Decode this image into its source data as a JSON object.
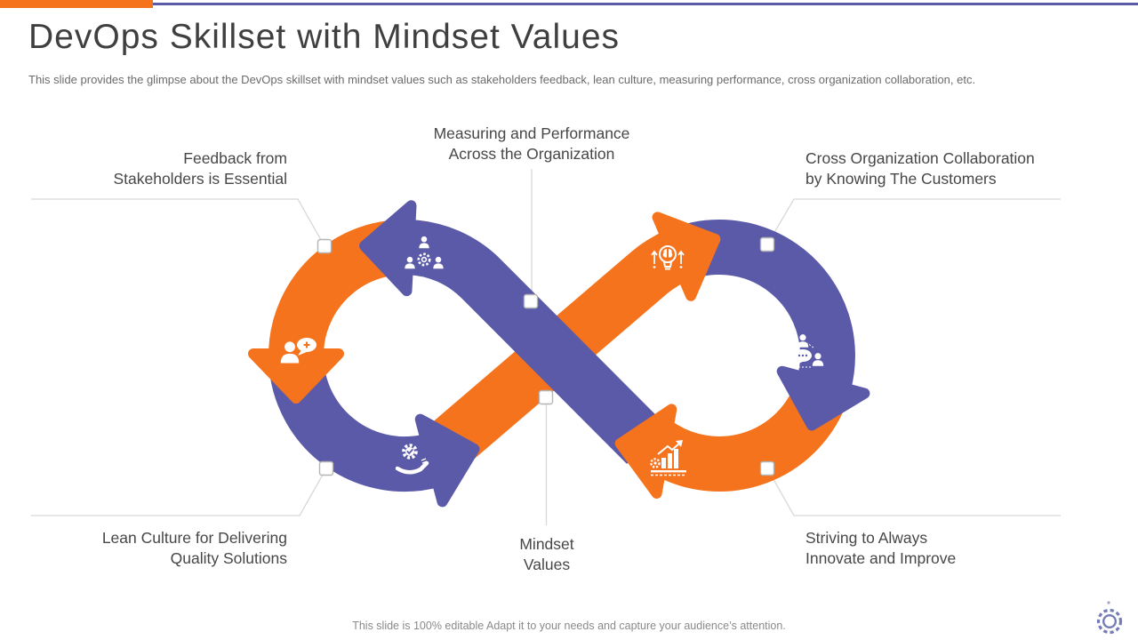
{
  "slide": {
    "title": "DevOps Skillset with Mindset Values",
    "subtitle": "This slide provides the glimpse about the DevOps skillset with mindset values such as stakeholders feedback, lean culture, measuring performance, cross organization collaboration, etc.",
    "footer_note": "This slide is 100% editable Adapt it to your needs and capture your audience’s attention."
  },
  "labels": {
    "feedback": {
      "lines": [
        "Feedback from",
        "Stakeholders is Essential"
      ]
    },
    "measuring": {
      "lines": [
        "Measuring and Performance",
        "Across the Organization"
      ]
    },
    "collaboration": {
      "lines": [
        "Cross Organization Collaboration",
        "by Knowing The Customers"
      ]
    },
    "lean_culture": {
      "lines": [
        "Lean Culture for Delivering",
        "Quality Solutions"
      ]
    },
    "mindset": {
      "lines": [
        "Mindset",
        "Values"
      ]
    },
    "innovate": {
      "lines": [
        "Striving to Always",
        "Innovate and Improve"
      ]
    }
  },
  "diagram": {
    "type": "infinity-loop",
    "colors": {
      "orange": "#F4731C",
      "purple": "#5B5AA9",
      "connector": "#D8D8D8",
      "marker": "#B5B5B5",
      "gear_outline": "#767CB8"
    },
    "nodes": [
      {
        "icon": "team-gear-icon",
        "band": "purple",
        "position": "top-left"
      },
      {
        "icon": "feedback-person-icon",
        "band": "orange",
        "position": "left"
      },
      {
        "icon": "hand-gear-check-icon",
        "band": "purple",
        "position": "bottom-left"
      },
      {
        "icon": "idea-brain-bulb-icon",
        "band": "orange",
        "position": "top-right"
      },
      {
        "icon": "people-chat-icon",
        "band": "purple",
        "position": "right"
      },
      {
        "icon": "growth-chart-gear-icon",
        "band": "orange",
        "position": "bottom-right"
      }
    ]
  }
}
